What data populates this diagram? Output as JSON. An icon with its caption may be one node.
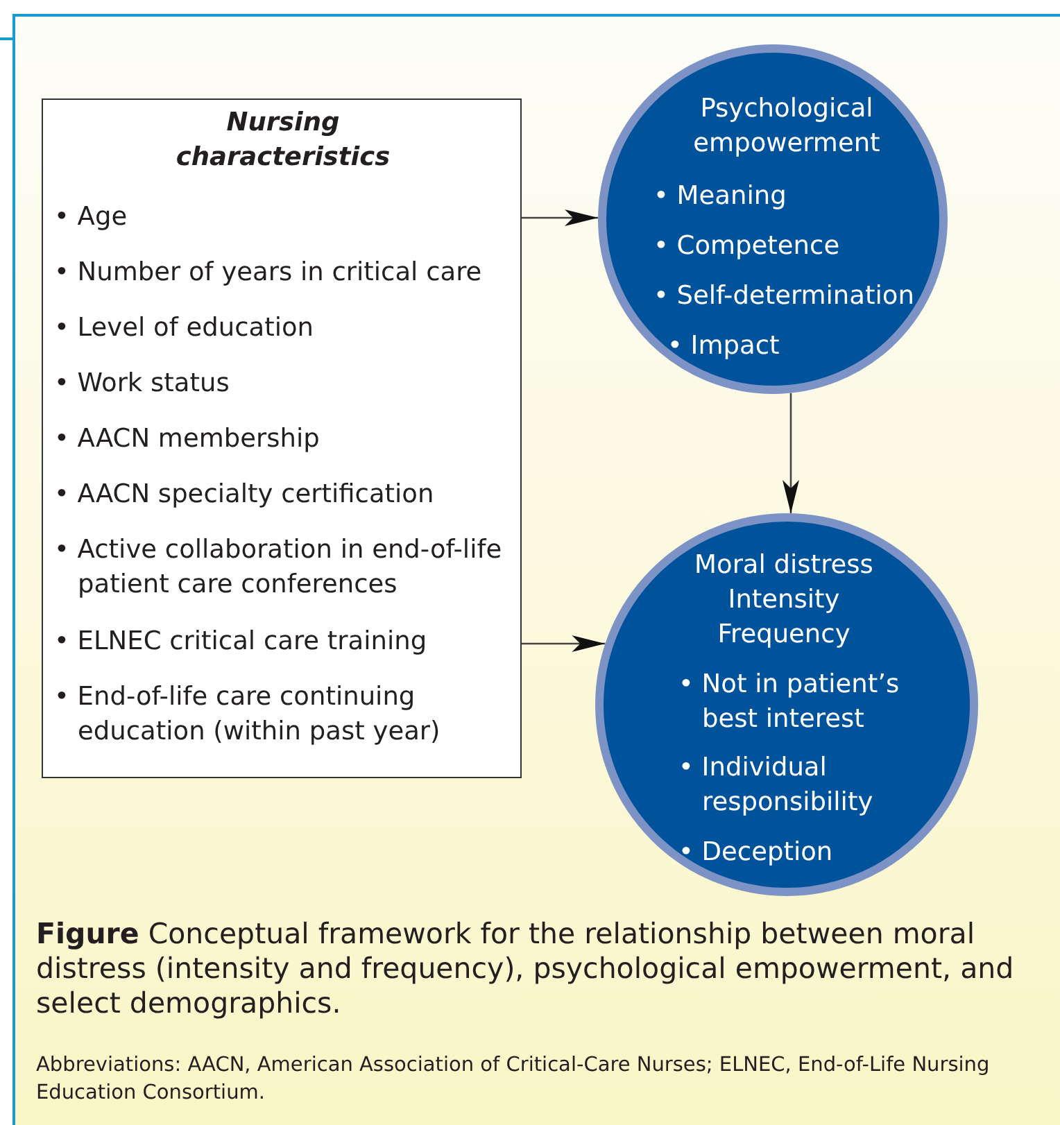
{
  "diagram": {
    "caption": "**Figure**  Conceptual framework for the relationship between moral distress (intensity and frequency), psychological empowerment, and select demographics.",
    "nodes": [
      {
        "text": [
          "Nursing characteristics",
          "• Age",
          "• Number of years in critical care",
          "• Level of education",
          "• Work status",
          "• AACN membership",
          "• AACN specialty certification",
          "• Active collaboration in end-of-life patient care conferences",
          "• ELNEC critical care training",
          "• End-of-life care continuing education (within past year)"
        ]
      },
      {
        "text": [
          "Psychological empowerment",
          "• Meaning",
          "• Competence",
          "• Self-determination",
          "• Impact"
        ]
      },
      {
        "text": [
          "Moral distress",
          "Intensity",
          "Frequency",
          "• Not in patient’s best interest",
          "• Individual responsibility",
          "• Deception"
        ]
      }
    ],
    "edges": [
      {
        "from": 0,
        "to": 1,
        "arrow": "to"
      },
      {
        "from": 0,
        "to": 2,
        "arrow": "to"
      },
      {
        "from": 1,
        "to": 2,
        "arrow": "to"
      }
    ],
    "labels": [
      "Abbreviations: AACN, American Association of Critical-Care Nurses; ELNEC, End-of-Life Nursing Education Consortium."
    ]
  }
}
